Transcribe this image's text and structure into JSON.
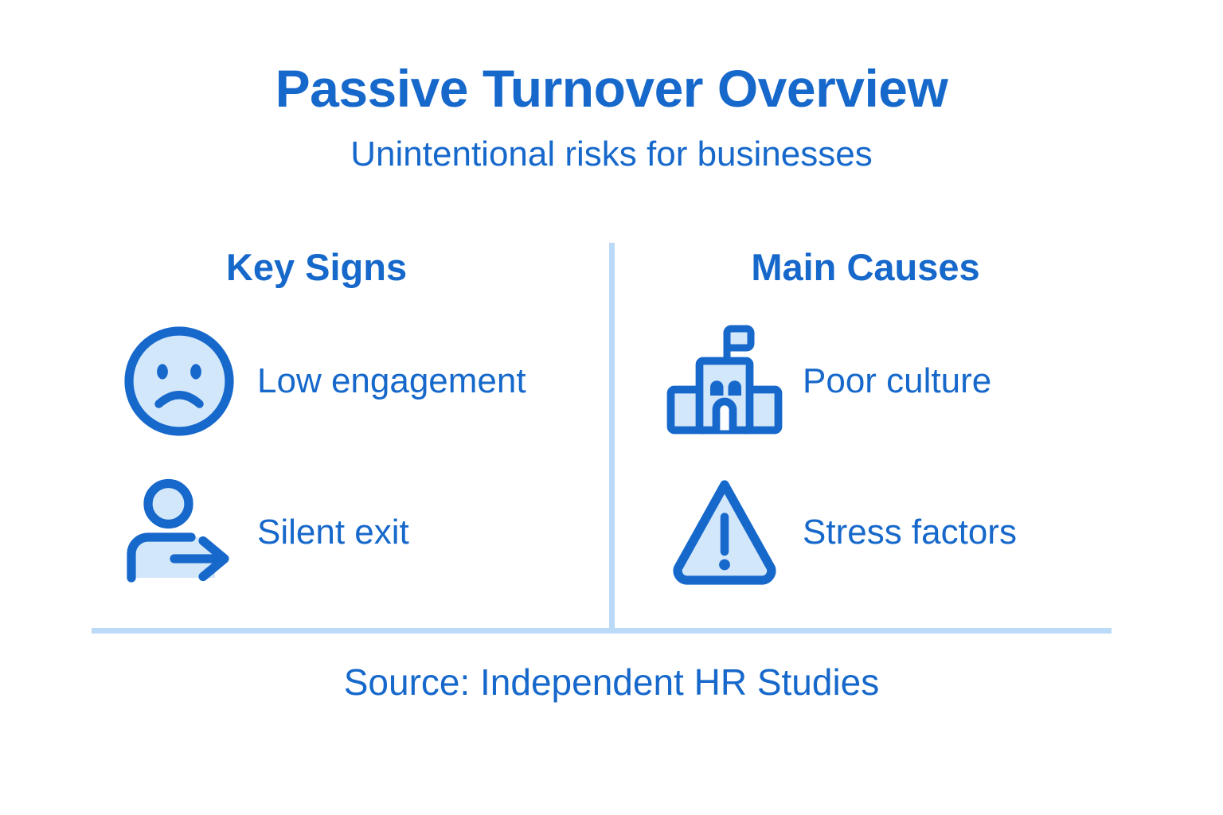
{
  "header": {
    "title": "Passive Turnover Overview",
    "subtitle": "Unintentional risks for businesses"
  },
  "colors": {
    "primary_blue": "#1668CB",
    "icon_fill": "#D3E7FB",
    "divider": "#BBDAF7",
    "background": "#FFFFFF"
  },
  "columns": [
    {
      "heading": "Key Signs",
      "items": [
        {
          "icon": "sad-face-icon",
          "label": "Low engagement"
        },
        {
          "icon": "person-exit-icon",
          "label": "Silent exit"
        }
      ]
    },
    {
      "heading": "Main Causes",
      "items": [
        {
          "icon": "office-building-icon",
          "label": "Poor culture"
        },
        {
          "icon": "warning-triangle-icon",
          "label": "Stress factors"
        }
      ]
    }
  ],
  "footer": {
    "source": "Source: Independent HR Studies"
  }
}
